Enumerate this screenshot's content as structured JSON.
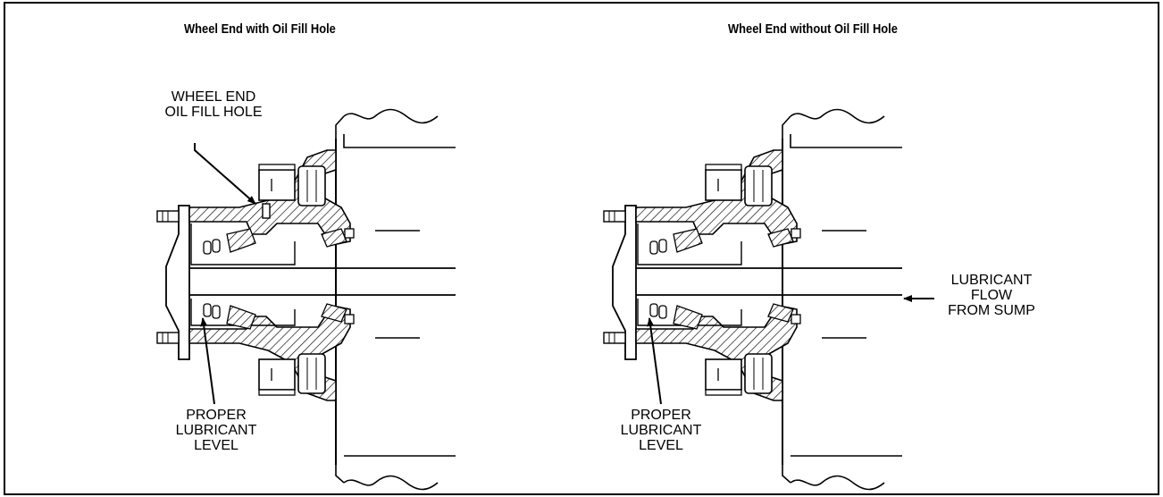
{
  "figure": {
    "left_title": "Wheel End with Oil Fill Hole",
    "right_title": "Wheel End without Oil Fill Hole",
    "left_callouts": {
      "oil_fill_hole": [
        "WHEEL END",
        "OIL FILL HOLE"
      ],
      "proper_level": [
        "PROPER",
        "LUBRICANT",
        "LEVEL"
      ]
    },
    "right_callouts": {
      "proper_level": [
        "PROPER",
        "LUBRICANT",
        "LEVEL"
      ],
      "lubricant_flow": [
        "LUBRICANT",
        "FLOW",
        "FROM SUMP"
      ]
    }
  }
}
